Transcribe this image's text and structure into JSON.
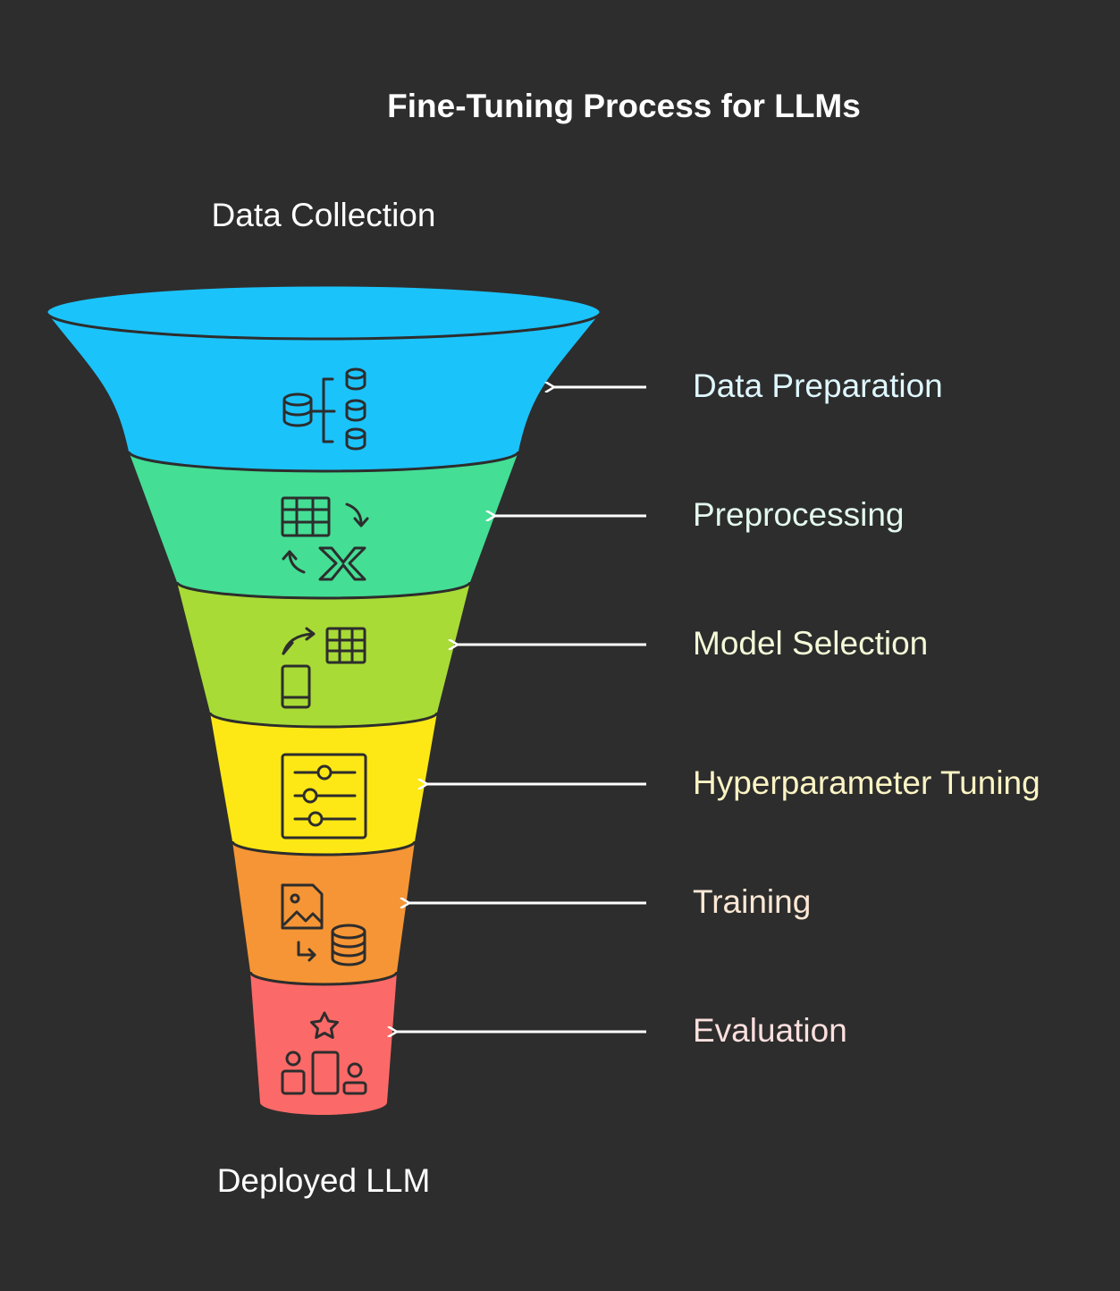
{
  "title": "Fine-Tuning Process for LLMs",
  "top_label": "Data Collection",
  "bottom_label": "Deployed LLM",
  "stages": [
    {
      "label": "Data Preparation",
      "color": "#1bc3fb",
      "label_color": "#dff7fe",
      "icon": "database-hierarchy-icon"
    },
    {
      "label": "Preprocessing",
      "color": "#44de95",
      "label_color": "#e3f9ee",
      "icon": "table-convert-icon"
    },
    {
      "label": "Model Selection",
      "color": "#a8db36",
      "label_color": "#f3fad8",
      "icon": "table-device-swap-icon"
    },
    {
      "label": "Hyperparameter Tuning",
      "color": "#fde815",
      "label_color": "#fcf4c4",
      "icon": "sliders-icon"
    },
    {
      "label": "Training",
      "color": "#f59535",
      "label_color": "#fde8d5",
      "icon": "image-to-database-icon"
    },
    {
      "label": "Evaluation",
      "color": "#fb6a68",
      "label_color": "#fde0df",
      "icon": "star-podium-icon"
    }
  ]
}
